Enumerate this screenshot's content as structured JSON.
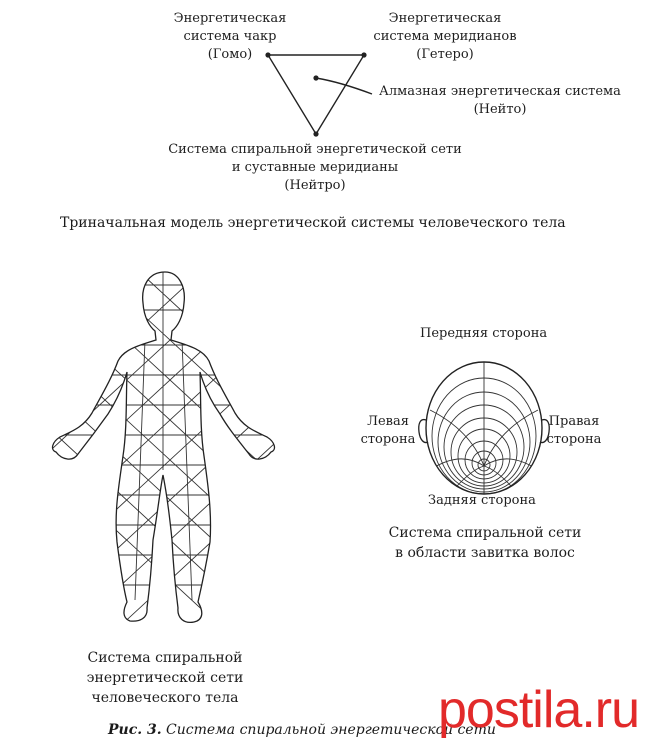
{
  "triangle": {
    "homo": [
      "Энергетическая",
      "система чакр",
      "(Гомо)"
    ],
    "hetero": [
      "Энергетическая",
      "система меридианов",
      "(Гетеро)"
    ],
    "diamond": [
      "Алмазная энергетическая система",
      "(Нейто)"
    ],
    "neutro": [
      "Система спиральной энергетической сети",
      "и суставные меридианы",
      "(Нейтро)"
    ]
  },
  "triangle_title": "Триначальная модель энергетической системы человеческого тела",
  "body_caption": [
    "Система спиральной",
    "энергетической сети",
    "человеческого тела"
  ],
  "head": {
    "front": "Передняя сторона",
    "left": [
      "Левая",
      "сторона"
    ],
    "right": [
      "Правая",
      "сторона"
    ],
    "back": "Задняя сторона",
    "caption": [
      "Система спиральной сети",
      "в области завитка волос"
    ]
  },
  "figure_caption": {
    "number": "Рис. 3.",
    "text": "Система спиральной энергетической сети"
  },
  "watermark": {
    "text": "postila.ru",
    "color": "#e22a2a"
  }
}
